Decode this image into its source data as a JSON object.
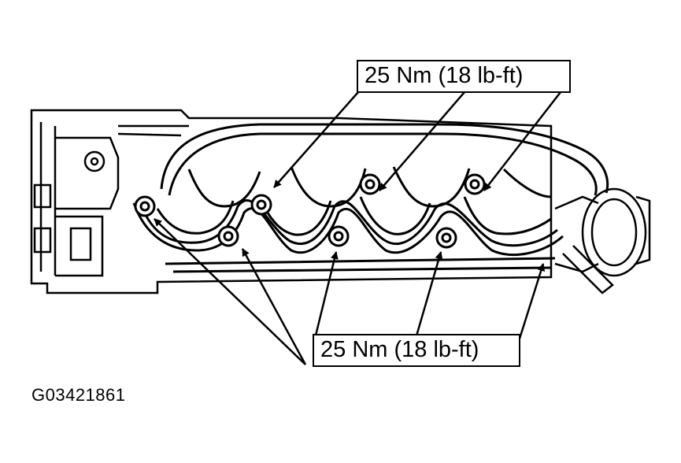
{
  "callouts": {
    "top_torque": "25 Nm (18 lb-ft)",
    "bottom_torque": "25 Nm (18 lb-ft)"
  },
  "figure": {
    "id": "G03421861"
  },
  "colors": {
    "ink": "#000000",
    "paper": "#ffffff"
  }
}
